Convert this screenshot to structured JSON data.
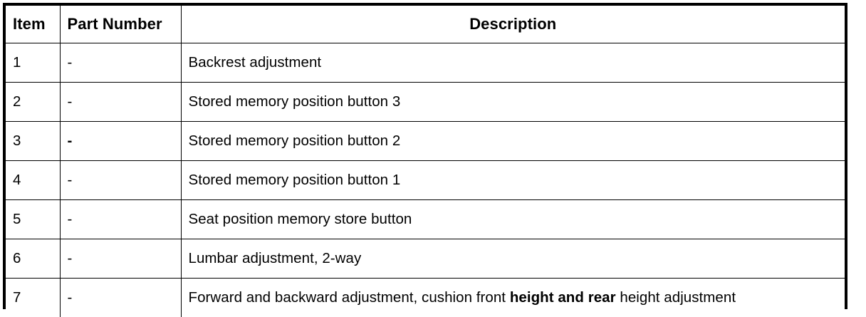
{
  "table": {
    "columns": [
      {
        "key": "item",
        "label": "Item",
        "align": "left"
      },
      {
        "key": "part_number",
        "label": "Part Number",
        "align": "left"
      },
      {
        "key": "description",
        "label": "Description",
        "align": "center"
      }
    ],
    "rows": [
      {
        "item": "1",
        "part_number": "-",
        "description": "Backrest adjustment"
      },
      {
        "item": "2",
        "part_number": "-",
        "description": "Stored memory position button 3"
      },
      {
        "item": "3",
        "part_number": "-",
        "description": "Stored memory position button 2"
      },
      {
        "item": "4",
        "part_number": "-",
        "description": "Stored memory position button 1"
      },
      {
        "item": "5",
        "part_number": "-",
        "description": "Seat position memory store button"
      },
      {
        "item": "6",
        "part_number": "-",
        "description": "Lumbar adjustment, 2-way"
      },
      {
        "item": "7",
        "part_number": "-",
        "description_parts": [
          {
            "text": "Forward and backward adjustment, cushion front ",
            "heavy": false
          },
          {
            "text": "height and rear",
            "heavy": true
          },
          {
            "text": " height adjustment",
            "heavy": false
          }
        ],
        "description": "Forward and backward adjustment, cushion front height and rear height adjustment"
      }
    ]
  },
  "colors": {
    "ink": "#000000",
    "paper": "#ffffff"
  }
}
